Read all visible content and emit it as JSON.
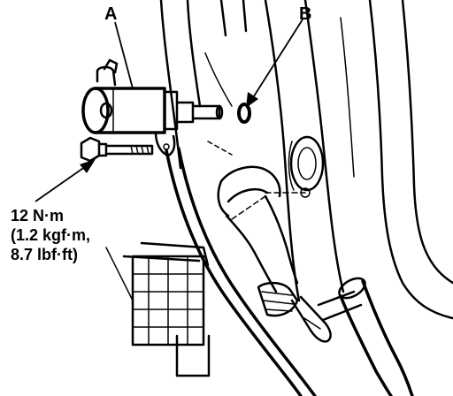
{
  "labels": {
    "callout_a": "A",
    "callout_b": "B"
  },
  "torque_spec": {
    "line1": "12 N·m",
    "line2": "(1.2 kgf·m,",
    "line3": "8.7 lbf·ft)"
  },
  "colors": {
    "ink": "#000000",
    "background": "#ffffff"
  }
}
